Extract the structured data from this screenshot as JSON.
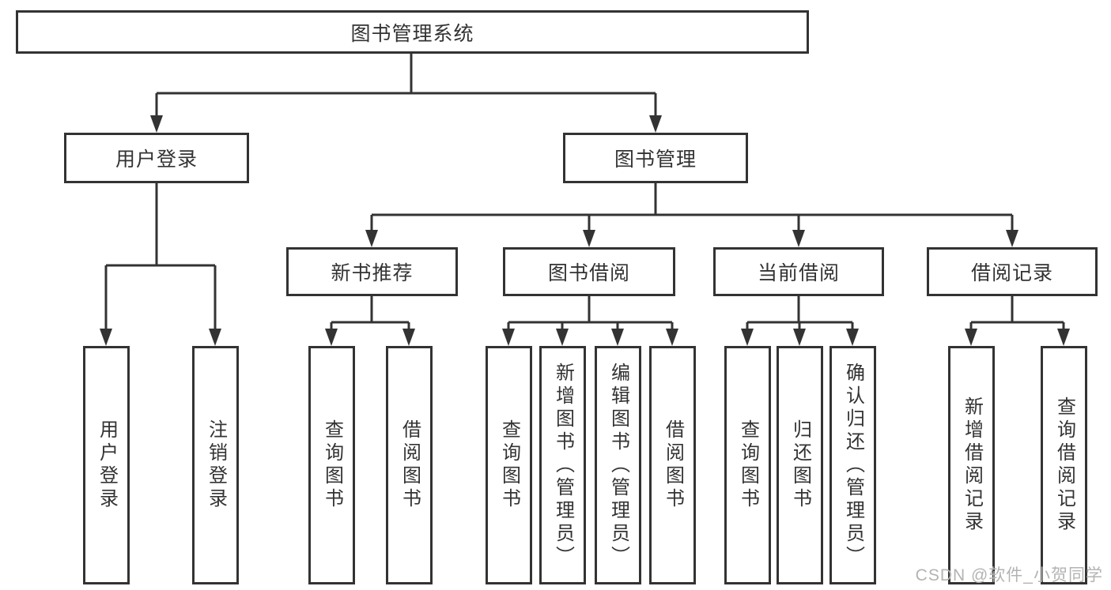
{
  "colors": {
    "line": "#333333",
    "text": "#333333",
    "box_bg": "#ffffff",
    "watermark": "#b3b3b3",
    "background": "#ffffff"
  },
  "watermark": {
    "text": "CSDN @软件_小贺同学"
  },
  "tree": {
    "root": {
      "label": "图书管理系统"
    },
    "branches": [
      {
        "label": "用户登录",
        "children": [
          {
            "label": "用户登录"
          },
          {
            "label": "注销登录"
          }
        ]
      },
      {
        "label": "图书管理",
        "groups": [
          {
            "label": "新书推荐",
            "children": [
              {
                "label": "查询图书"
              },
              {
                "label": "借阅图书"
              }
            ]
          },
          {
            "label": "图书借阅",
            "children": [
              {
                "label": "查询图书"
              },
              {
                "label": "新增图书（管理员）"
              },
              {
                "label": "编辑图书（管理员）"
              },
              {
                "label": "借阅图书"
              }
            ]
          },
          {
            "label": "当前借阅",
            "children": [
              {
                "label": "查询图书"
              },
              {
                "label": "归还图书"
              },
              {
                "label": "确认归还（管理员）"
              }
            ]
          },
          {
            "label": "借阅记录",
            "children": [
              {
                "label": "新增借阅记录"
              },
              {
                "label": "查询借阅记录"
              }
            ]
          }
        ]
      }
    ]
  }
}
